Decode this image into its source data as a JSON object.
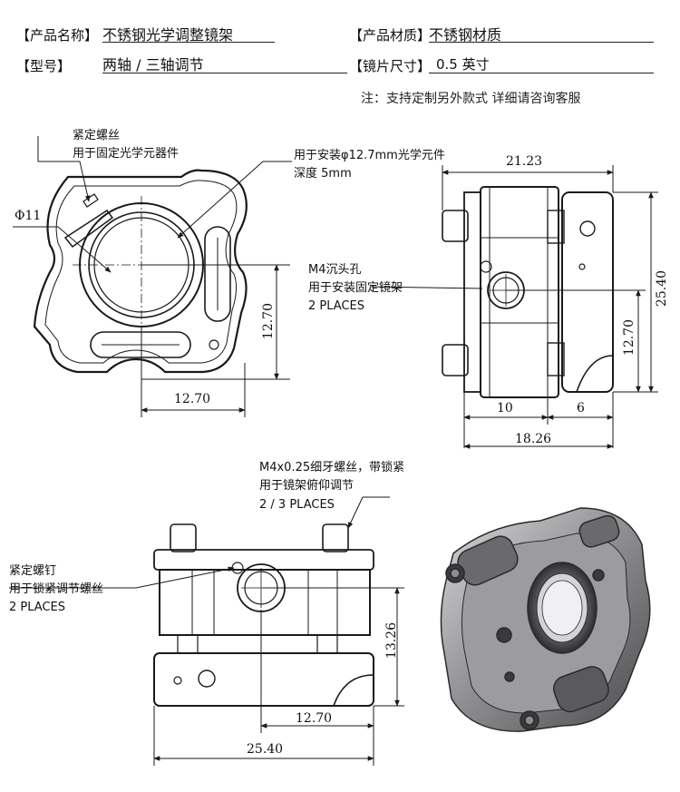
{
  "specs": {
    "name_key": "【产品名称】",
    "name_value": "不锈钢光学调整镜架",
    "material_key": "【产品材质】",
    "material_value": "不锈钢材质",
    "model_key": "【型号】",
    "model_value": "两轴 / 三轴调节",
    "lens_key": "【镜片尺寸】",
    "lens_value": "0.5 英寸"
  },
  "note": "注：支持定制另外款式 详细请咨询客服",
  "front_view": {
    "callout_screw_line1": "紧定螺丝",
    "callout_screw_line2": "用于固定光学元器件",
    "callout_optic_line1": "用于安装φ12.7mm光学元件",
    "callout_optic_line2": "深度 5mm",
    "dim_diameter": "Φ11",
    "dim_height": "12.70",
    "dim_width": "12.70"
  },
  "side_view": {
    "dim_top": "21.23",
    "dim_height_total": "25.40",
    "dim_height_center": "12.70",
    "dim_left": "10",
    "dim_right": "6",
    "dim_total": "18.26",
    "callout_m4_line1": "M4沉头孔",
    "callout_m4_line2": "用于安装固定镜架",
    "callout_m4_line3": "2 PLACES"
  },
  "top_view": {
    "callout_adjust_line1": "M4x0.25细牙螺丝，带锁紧",
    "callout_adjust_line2": "用于镜架俯仰调节",
    "callout_adjust_line3": "2 / 3 PLACES",
    "callout_lock_line1": "紧定螺钉",
    "callout_lock_line2": "用于锁紧调节螺丝",
    "callout_lock_line3": "2 PLACES",
    "dim_height": "13.26",
    "dim_center": "12.70",
    "dim_total": "25.40"
  },
  "colors": {
    "line": "#1a1a1a",
    "metal_dark": "#4a4a4c",
    "metal_mid": "#8a8a8c",
    "metal_light": "#c9c9cb"
  }
}
